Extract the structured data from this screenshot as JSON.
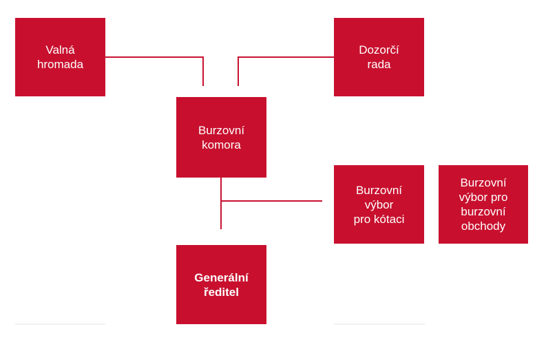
{
  "org_chart": {
    "valna_hromada": "Valná\nhromada",
    "dozorci_rada": "Dozorčí\nrada",
    "burzovni_komora": "Burzovní\nkomora",
    "vybor_pro_kotaci": "Burzovní\nvýbor\npro kótaci",
    "vybor_pro_obchody": "Burzovní\nvýbor pro\nburzovní\nobchody",
    "generalni_reditel": "Generální\nředitel"
  },
  "colors": {
    "box": "#c8102e",
    "line": "#c8102e",
    "text": "#ffffff"
  }
}
